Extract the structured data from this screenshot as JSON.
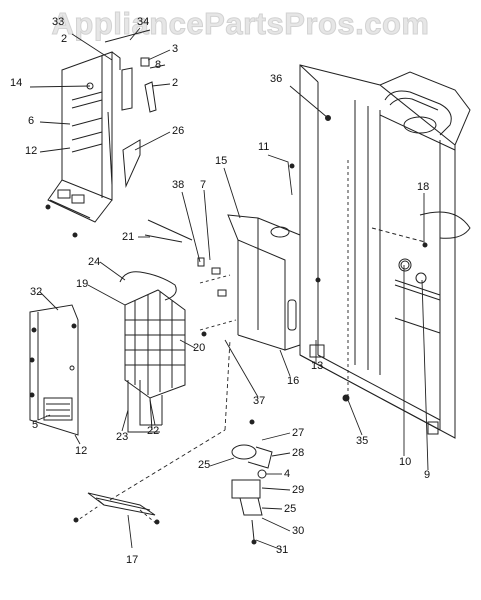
{
  "watermark": "AppliancePartsPros.com",
  "callouts": [
    "33",
    "34",
    "2",
    "3",
    "8",
    "2",
    "14",
    "6",
    "26",
    "12",
    "36",
    "11",
    "15",
    "7",
    "38",
    "18",
    "21",
    "24",
    "19",
    "32",
    "20",
    "16",
    "13",
    "37",
    "10",
    "9",
    "35",
    "27",
    "5",
    "23",
    "22",
    "12",
    "28",
    "25",
    "4",
    "29",
    "25",
    "30",
    "31",
    "17"
  ]
}
